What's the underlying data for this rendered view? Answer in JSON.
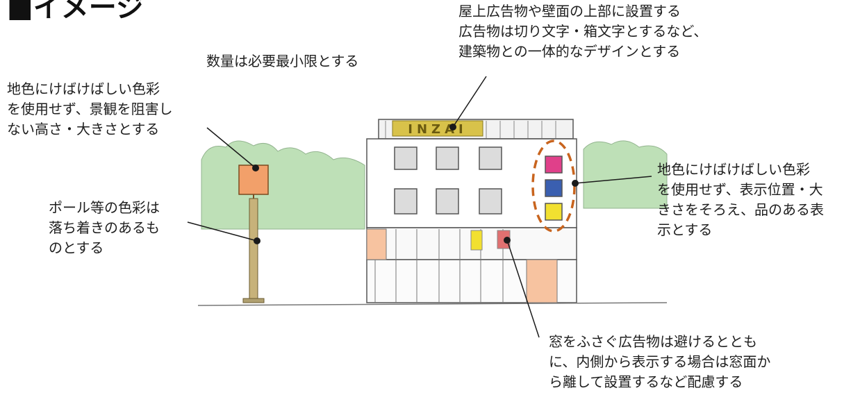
{
  "heading": "■イメージ",
  "building_sign_text": "INZAI",
  "annotations": {
    "rooftop": [
      "屋上広告物や壁面の上部に設置する",
      "広告物は切り文字・箱文字とするなど、",
      "建築物との一体的なデザインとする"
    ],
    "quantity": [
      "数量は必要最小限とする"
    ],
    "pole_sign": [
      "地色にけばけばしい色彩",
      "を使用せず、景観を阻害し",
      "ない高さ・大きさとする"
    ],
    "pole_color": [
      "ポール等の色彩は",
      "落ち着きのあるも",
      "のとする"
    ],
    "wall_signs": [
      "地色にけばけばしい色彩",
      "を使用せず、表示位置・大",
      "きさをそろえ、品のある表",
      "示とする"
    ],
    "windows": [
      "窓をふさぐ広告物は避けるととも",
      "に、内側から表示する場合は窓面か",
      "ら離して設置するなど配慮する"
    ]
  },
  "colors": {
    "leader": "#1a1a1a",
    "highlight_ellipse": "#c8641e",
    "sign_pink": "#e0408a",
    "sign_blue": "#3a5fb0",
    "sign_yellow": "#f2e030",
    "pole_sign": "#f2a06a",
    "trees": "#a9d6a0",
    "orange_panels": "#f7c3a0"
  }
}
